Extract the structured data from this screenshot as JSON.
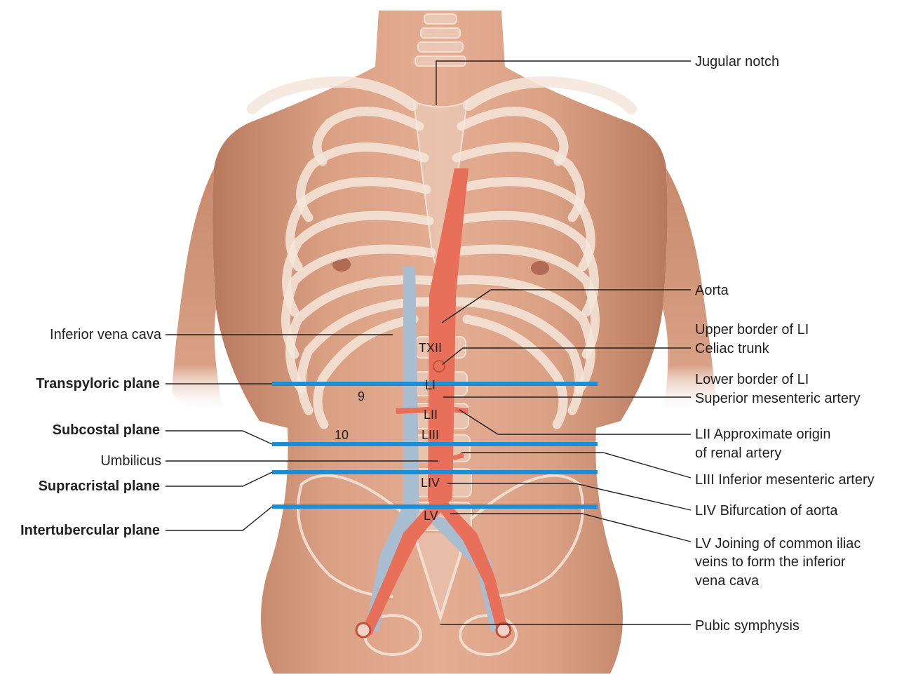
{
  "labels": {
    "jugular_notch": "Jugular notch",
    "aorta": "Aorta",
    "inferior_vena_cava": "Inferior vena cava",
    "upper_border_li": "Upper border of LI",
    "celiac_trunk": "Celiac trunk",
    "transpyloric_plane": "Transpyloric plane",
    "lower_border_li": "Lower border of LI",
    "superior_mesenteric_artery": "Superior mesenteric artery",
    "subcostal_plane": "Subcostal plane",
    "lii_renal_1": "LII Approximate origin",
    "lii_renal_2": "of renal artery",
    "umbilicus": "Umbilicus",
    "supracristal_plane": "Supracristal plane",
    "liii_inferior_mesenteric": "LIII Inferior mesenteric artery",
    "liv_bifurcation": "LIV Bifurcation of aorta",
    "intertubercular_plane": "Intertubercular plane",
    "lv_line1": "LV Joining of common iliac",
    "lv_line2": "veins to form the inferior",
    "lv_line3": "vena cava",
    "pubic_symphysis": "Pubic symphysis"
  },
  "vertebrae": {
    "txii": "TXII",
    "li": "LI",
    "lii": "LII",
    "liii": "LIII",
    "liv": "LIV",
    "lv": "LV"
  },
  "ribs": {
    "rib9": "9",
    "rib10": "10"
  },
  "colors": {
    "skin": "#dca083",
    "aorta": "#e8705a",
    "vena_cava": "#a9bdd0",
    "plane_line": "#1a8fd6",
    "bone": "#f2e3d6"
  }
}
